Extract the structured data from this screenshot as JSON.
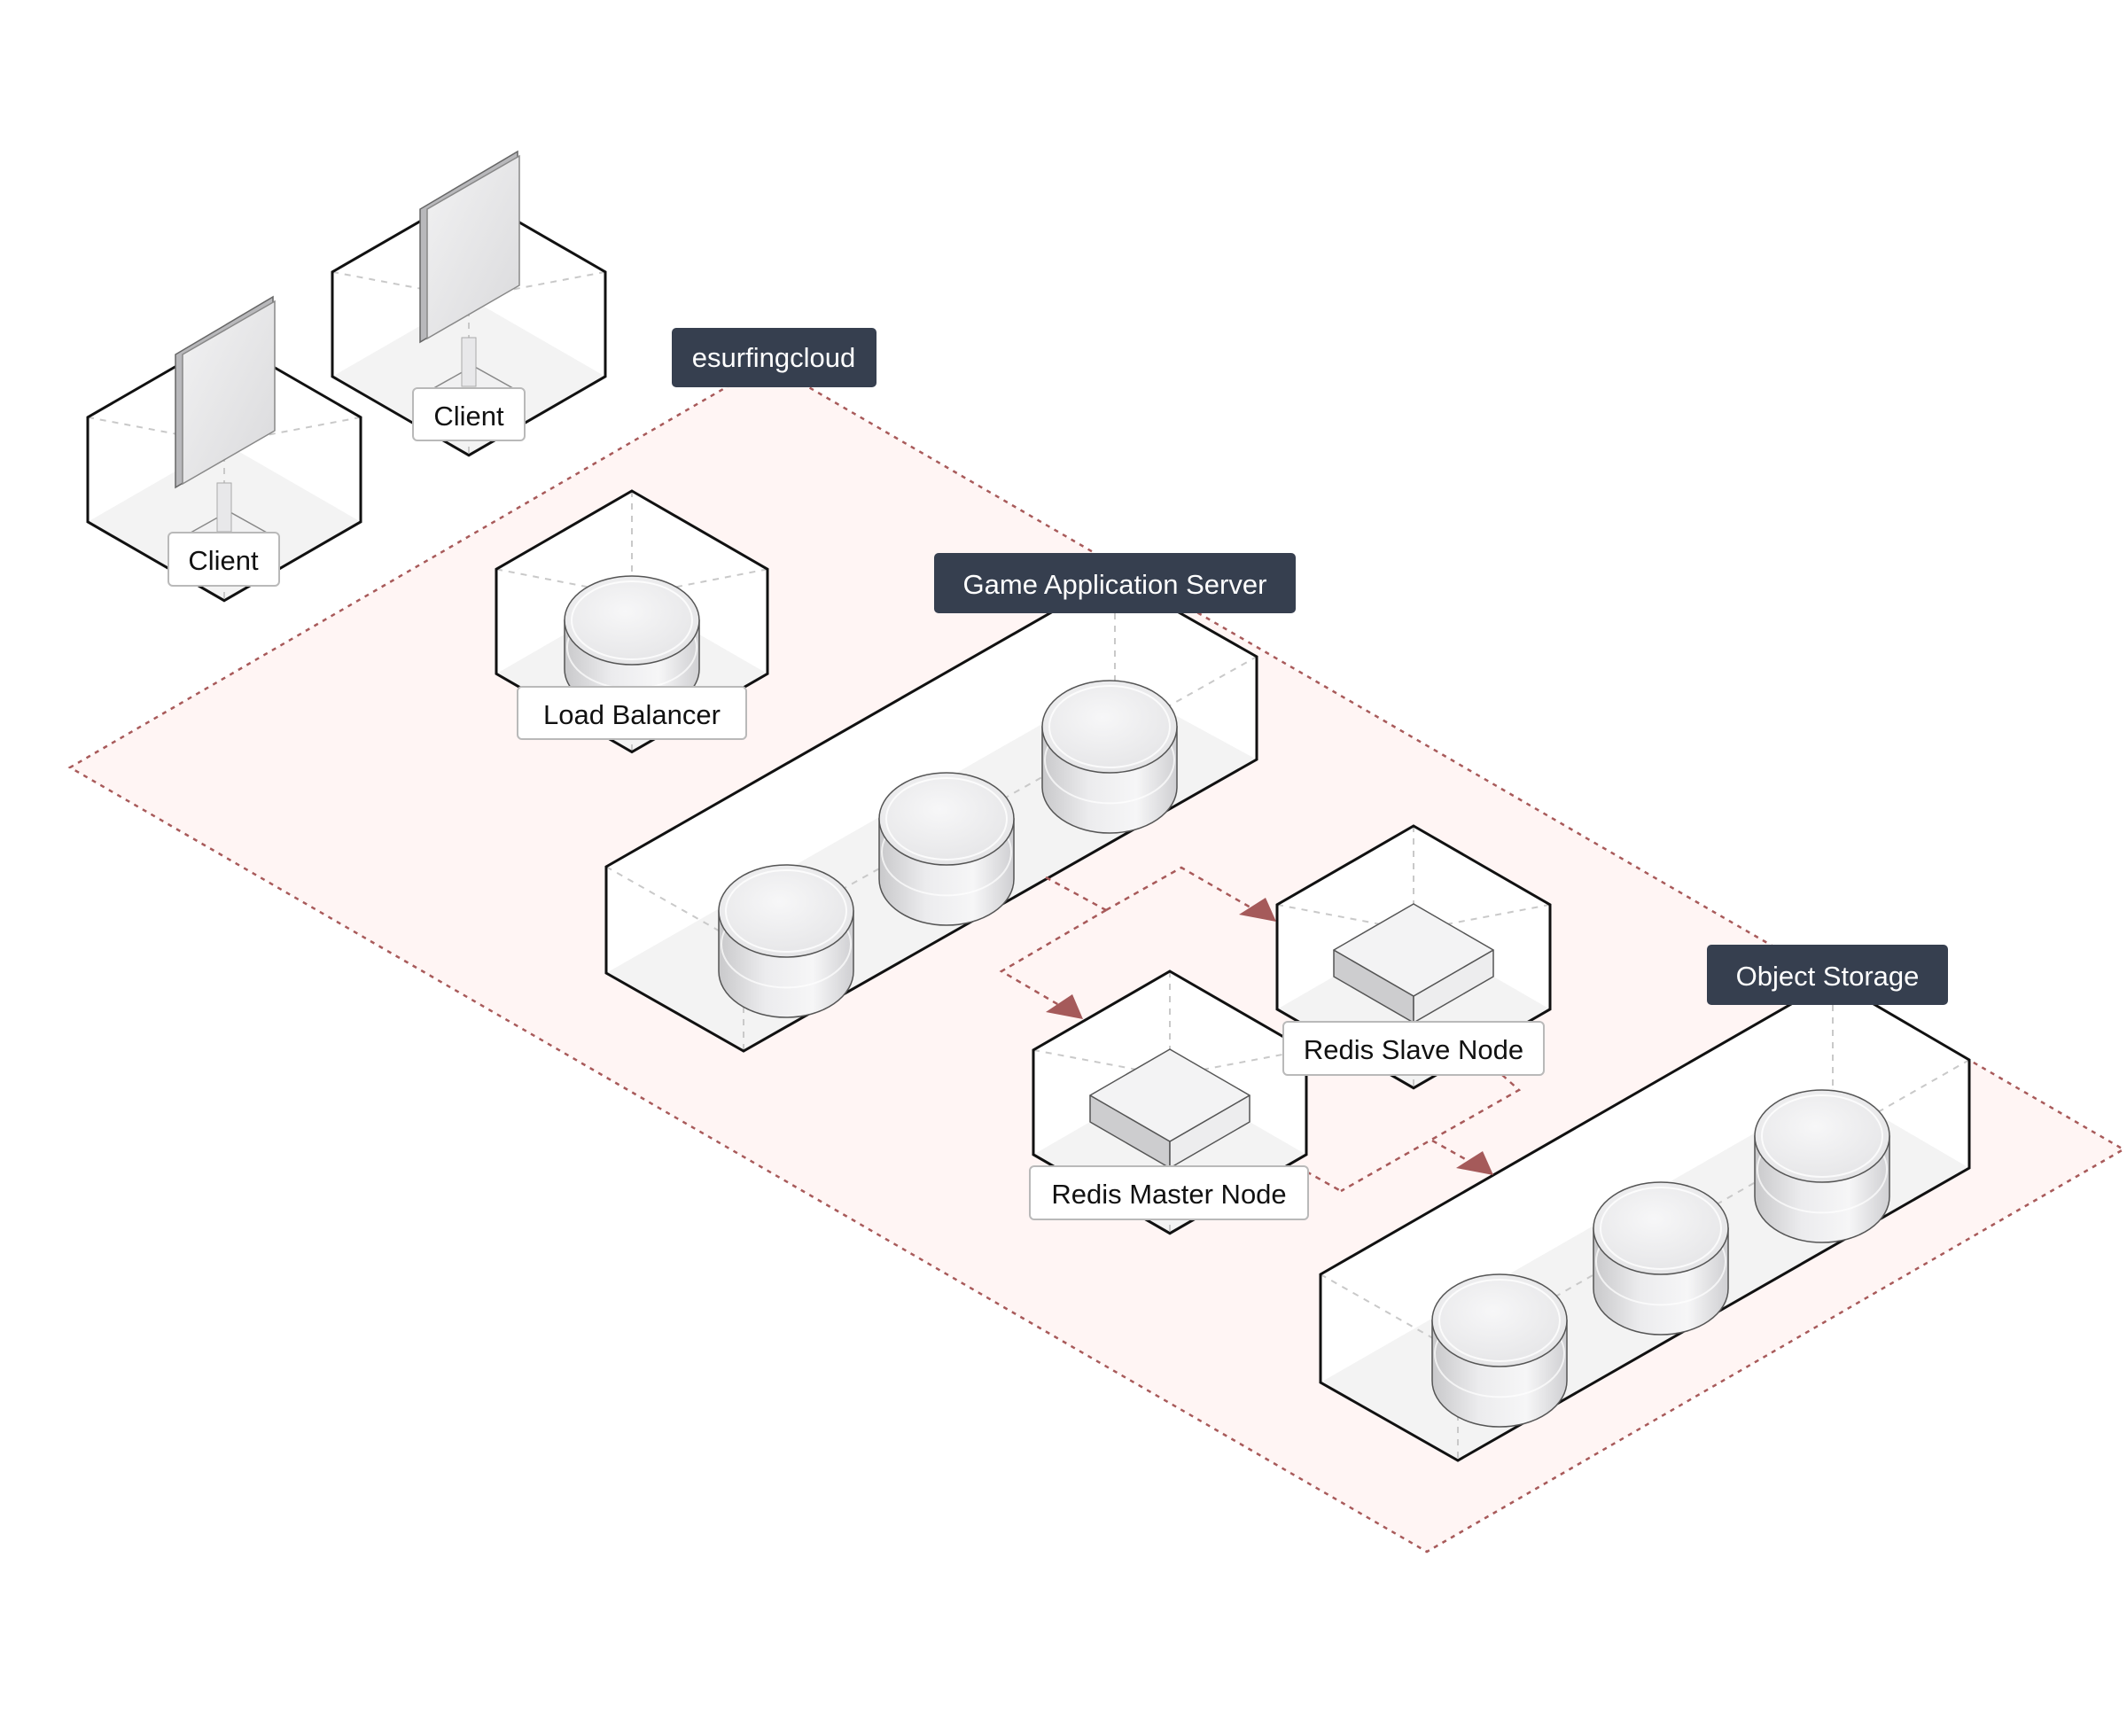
{
  "diagram": {
    "region": {
      "label": "esurfingcloud",
      "border_color": "#a85a5a",
      "fill_color": "#fff5f4"
    },
    "nodes": [
      {
        "id": "client-1",
        "label": "Client",
        "icon": "monitor-icon"
      },
      {
        "id": "client-2",
        "label": "Client",
        "icon": "monitor-icon"
      },
      {
        "id": "load-balancer",
        "label": "Load Balancer",
        "icon": "load-balancer-icon"
      },
      {
        "id": "redis-master",
        "label": "Redis Master Node",
        "icon": "redis-node-icon"
      },
      {
        "id": "redis-slave",
        "label": "Redis Slave Node",
        "icon": "redis-node-icon"
      }
    ],
    "groups": [
      {
        "id": "game-app-server",
        "label": "Game Application Server",
        "count": 3,
        "icon": "server-cylinder-icon"
      },
      {
        "id": "object-storage",
        "label": "Object Storage",
        "count": 3,
        "icon": "storage-cylinder-icon"
      }
    ],
    "connections": [
      {
        "from": "game-app-server",
        "to": "redis-slave"
      },
      {
        "from": "game-app-server",
        "to": "redis-master"
      },
      {
        "from": "redis-slave",
        "to": "object-storage"
      },
      {
        "from": "redis-master",
        "to": "object-storage"
      }
    ],
    "label_dark_color": "#363f4f",
    "arrow_color": "#a55a5a"
  }
}
